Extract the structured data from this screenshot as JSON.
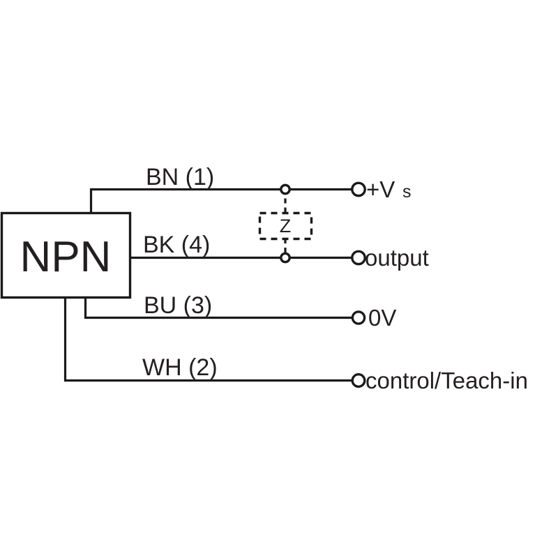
{
  "diagram": {
    "type": "sensor-wiring-diagram",
    "title": "NPN sensor connection diagram",
    "background_color": "#ffffff",
    "line_color": "#1a1a1a",
    "text_color": "#231f20",
    "device": {
      "label": "NPN",
      "name": "npn-output-stage"
    },
    "load": {
      "label": "Z",
      "style": "dashed",
      "description": "load impedance between +Vs and output"
    },
    "wires": [
      {
        "id": "bn",
        "label": "BN (1)",
        "color_code": "BN",
        "pin": "1",
        "terminal": "+Vs"
      },
      {
        "id": "bk",
        "label": "BK (4)",
        "color_code": "BK",
        "pin": "4",
        "terminal": "output"
      },
      {
        "id": "bu",
        "label": "BU (3)",
        "color_code": "BU",
        "pin": "3",
        "terminal": "0V"
      },
      {
        "id": "wh",
        "label": "WH (2)",
        "color_code": "WH",
        "pin": "2",
        "terminal": "control/Teach-in"
      }
    ],
    "terminals": [
      {
        "id": "vs",
        "label_main": "+V",
        "label_sub": "s",
        "full": "+Vs"
      },
      {
        "id": "output",
        "label_main": "output",
        "label_sub": "",
        "full": "output"
      },
      {
        "id": "zero_v",
        "label_main": "0V",
        "label_sub": "",
        "full": "0V"
      },
      {
        "id": "control",
        "label_main": "control/Teach-in",
        "label_sub": "",
        "full": "control/Teach-in"
      }
    ]
  }
}
